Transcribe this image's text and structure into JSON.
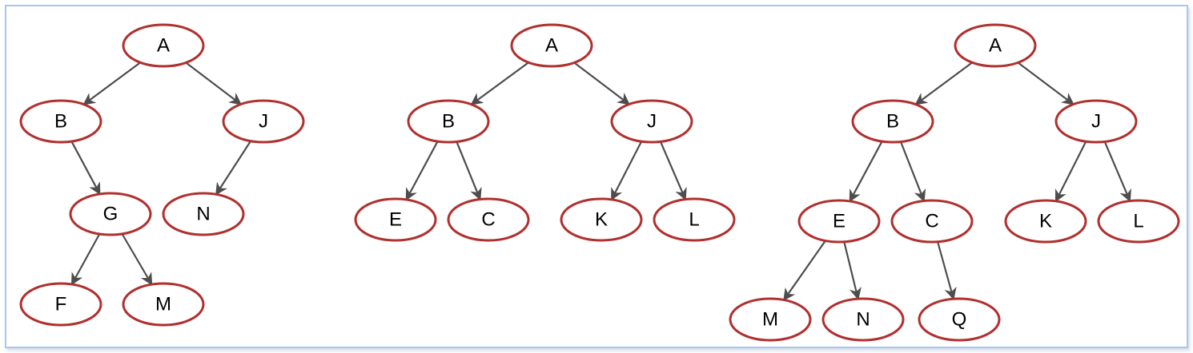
{
  "colors": {
    "node_border": "#b0302e",
    "node_fill": "#ffffff",
    "edge": "#4d4d4d",
    "frame_border": "#a9c7ee"
  },
  "trees": [
    {
      "nodes": [
        {
          "id": "A",
          "label": "A"
        },
        {
          "id": "B",
          "label": "B"
        },
        {
          "id": "J",
          "label": "J"
        },
        {
          "id": "G",
          "label": "G"
        },
        {
          "id": "N",
          "label": "N"
        },
        {
          "id": "F",
          "label": "F"
        },
        {
          "id": "M",
          "label": "M"
        }
      ],
      "edges": [
        [
          "A",
          "B"
        ],
        [
          "A",
          "J"
        ],
        [
          "B",
          "G"
        ],
        [
          "J",
          "N"
        ],
        [
          "G",
          "F"
        ],
        [
          "G",
          "M"
        ]
      ]
    },
    {
      "nodes": [
        {
          "id": "A",
          "label": "A"
        },
        {
          "id": "B",
          "label": "B"
        },
        {
          "id": "J",
          "label": "J"
        },
        {
          "id": "E",
          "label": "E"
        },
        {
          "id": "C",
          "label": "C"
        },
        {
          "id": "K",
          "label": "K"
        },
        {
          "id": "L",
          "label": "L"
        }
      ],
      "edges": [
        [
          "A",
          "B"
        ],
        [
          "A",
          "J"
        ],
        [
          "B",
          "E"
        ],
        [
          "B",
          "C"
        ],
        [
          "J",
          "K"
        ],
        [
          "J",
          "L"
        ]
      ]
    },
    {
      "nodes": [
        {
          "id": "A",
          "label": "A"
        },
        {
          "id": "B",
          "label": "B"
        },
        {
          "id": "J",
          "label": "J"
        },
        {
          "id": "E",
          "label": "E"
        },
        {
          "id": "C",
          "label": "C"
        },
        {
          "id": "K",
          "label": "K"
        },
        {
          "id": "L",
          "label": "L"
        },
        {
          "id": "M",
          "label": "M"
        },
        {
          "id": "N",
          "label": "N"
        },
        {
          "id": "Q",
          "label": "Q"
        }
      ],
      "edges": [
        [
          "A",
          "B"
        ],
        [
          "A",
          "J"
        ],
        [
          "B",
          "E"
        ],
        [
          "B",
          "C"
        ],
        [
          "J",
          "K"
        ],
        [
          "J",
          "L"
        ],
        [
          "E",
          "M"
        ],
        [
          "E",
          "N"
        ],
        [
          "C",
          "Q"
        ]
      ]
    }
  ]
}
